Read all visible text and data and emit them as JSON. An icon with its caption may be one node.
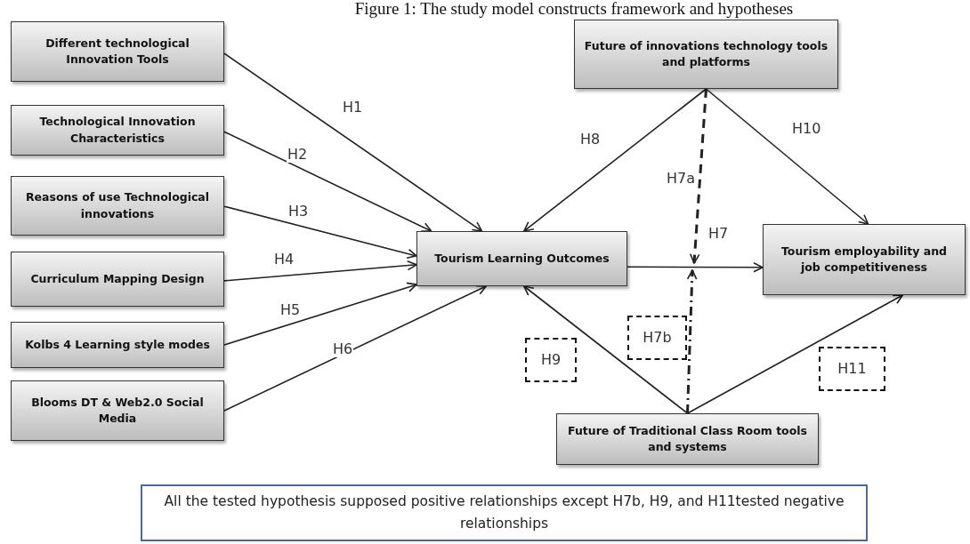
{
  "diagram": {
    "title": "Figure 1: The study model constructs framework and hypotheses",
    "nodes": [
      {
        "text": [
          "Different technological Innovation Tools"
        ]
      },
      {
        "text": [
          "Technological Innovation Characteristics"
        ]
      },
      {
        "text": [
          "Reasons of use Technological innovations"
        ]
      },
      {
        "text": [
          "Curriculum Mapping Design"
        ]
      },
      {
        "text": [
          "Kolbs 4 Learning style modes"
        ]
      },
      {
        "text": [
          "Blooms DT & Web2.0 Social Media"
        ]
      },
      {
        "text": [
          "Tourism Learning Outcomes"
        ]
      },
      {
        "text": [
          "Future of innovations technology tools and platforms"
        ]
      },
      {
        "text": [
          "Tourism employability and job competitiveness"
        ]
      },
      {
        "text": [
          "Future of Traditional Class Room tools and systems"
        ]
      },
      {
        "text": [
          "H9"
        ]
      },
      {
        "text": [
          "H7b"
        ]
      },
      {
        "text": [
          "H11"
        ]
      },
      {
        "text": [
          "All the tested hypothesis supposed positive relationships except H7b, H9, and H11tested negative relationships"
        ]
      }
    ],
    "edges": [
      {
        "from": 0,
        "to": 6,
        "arrow": "to",
        "label": "H1"
      },
      {
        "from": 1,
        "to": 6,
        "arrow": "to",
        "label": "H2"
      },
      {
        "from": 2,
        "to": 6,
        "arrow": "to",
        "label": "H3"
      },
      {
        "from": 3,
        "to": 6,
        "arrow": "to",
        "label": "H4"
      },
      {
        "from": 4,
        "to": 6,
        "arrow": "to",
        "label": "H5"
      },
      {
        "from": 5,
        "to": 6,
        "arrow": "to",
        "label": "H6"
      },
      {
        "from": 7,
        "to": 6,
        "arrow": "to",
        "label": "H8"
      },
      {
        "from": 7,
        "to": 8,
        "arrow": "to",
        "label": "H10"
      },
      {
        "from": 6,
        "to": 8,
        "arrow": "to",
        "label": "H7"
      },
      {
        "from": 7,
        "to": null,
        "arrow": "to",
        "label": "H7a",
        "style": "dashed"
      },
      {
        "from": 9,
        "to": 6,
        "arrow": "to"
      },
      {
        "from": 9,
        "to": null,
        "arrow": "to",
        "style": "dashed"
      },
      {
        "from": 9,
        "to": 8,
        "arrow": "to"
      }
    ]
  }
}
